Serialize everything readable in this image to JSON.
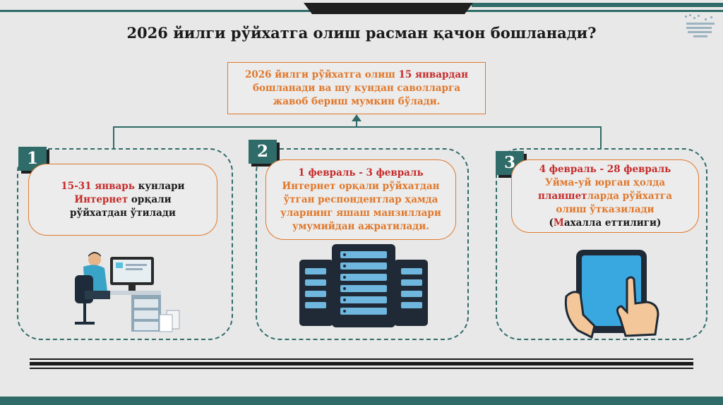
{
  "title": "2026 йилги рўйхатга олиш расман қачон бошланади?",
  "intro": {
    "line1_pre": "2026 йилги рўйхатга олиш ",
    "line1_hl": "15 январдан",
    "line2": "бошланади ва шу кундан саволларга",
    "line3": "жавоб бериш мумкин бўлади."
  },
  "steps": [
    {
      "number": "1",
      "date": "15-31 январь",
      "date_suffix": " кунлари",
      "line2_hl": "Интернет",
      "line2_rest": " орқали",
      "line3": "рўйхатдан ўтилади",
      "icon": "computer-desk-icon"
    },
    {
      "number": "2",
      "date": "1 февраль - 3 февраль",
      "line2": "Интернет орқали рўйхатдан",
      "line3": "ўтган респондентлар ҳамда",
      "line4": "уларнинг яшаш манзиллари",
      "line5": "умумийдан ажратилади.",
      "icon": "servers-icon"
    },
    {
      "number": "3",
      "date": "4 февраль - 28 февраль",
      "line2": "Уйма-уй юрган ҳолда",
      "line3_hl": "планшет",
      "line3_rest": "ларда рўйхатга",
      "line4": "олиш ўтказилади",
      "line5_open": "(",
      "line5_hl": "М",
      "line5_rest": "ахалла еттилиги)",
      "icon": "tablet-hand-icon"
    }
  ],
  "colors": {
    "accent": "#2f6b68",
    "orange": "#e0782c",
    "red": "#c62b2b"
  }
}
